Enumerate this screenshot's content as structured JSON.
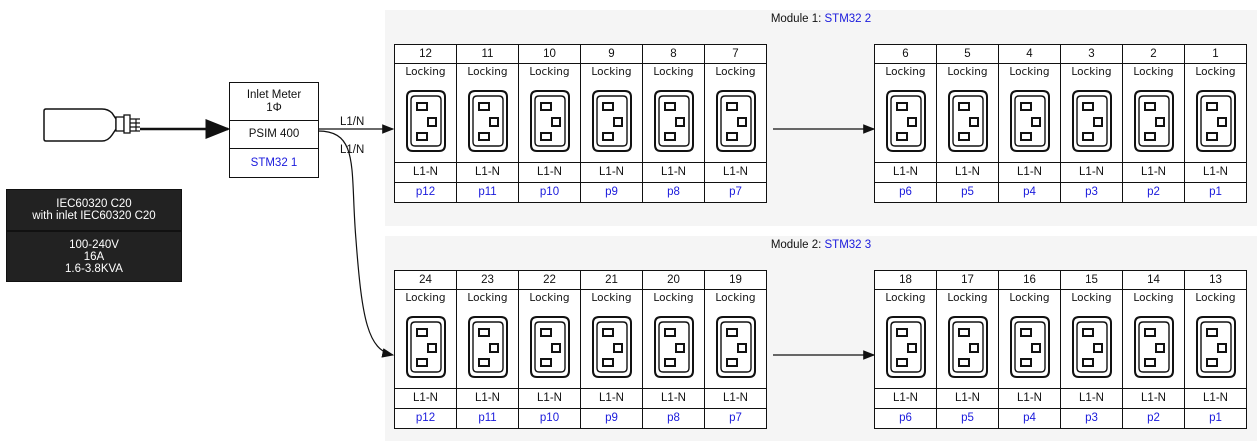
{
  "plug": {
    "icon": "c20-plug-icon"
  },
  "spec": {
    "line1": "IEC60320 C20",
    "line2": "with inlet IEC60320 C20",
    "voltage": "100-240V",
    "current": "16A",
    "power": "1.6-3.8KVA"
  },
  "inlet": {
    "title": "Inlet Meter",
    "phase": "1Φ",
    "model": "PSIM 400",
    "controller": "STM32 1"
  },
  "wires": {
    "upper_label": "L1/N",
    "lower_label": "L1/N"
  },
  "modules": [
    {
      "title_prefix": "Module 1: ",
      "controller": "STM32 2",
      "banks": [
        {
          "outlets": [
            {
              "num": "12",
              "type": "Locking",
              "phase": "L1-N",
              "port": "p12",
              "icon": "c13-locking-icon"
            },
            {
              "num": "11",
              "type": "Locking",
              "phase": "L1-N",
              "port": "p11",
              "icon": "c13-locking-icon"
            },
            {
              "num": "10",
              "type": "Locking",
              "phase": "L1-N",
              "port": "p10",
              "icon": "c13-locking-icon"
            },
            {
              "num": "9",
              "type": "Locking",
              "phase": "L1-N",
              "port": "p9",
              "icon": "c13-locking-icon"
            },
            {
              "num": "8",
              "type": "Locking",
              "phase": "L1-N",
              "port": "p8",
              "icon": "c13-locking-icon"
            },
            {
              "num": "7",
              "type": "Locking",
              "phase": "L1-N",
              "port": "p7",
              "icon": "c13-locking-icon"
            }
          ]
        },
        {
          "outlets": [
            {
              "num": "6",
              "type": "Locking",
              "phase": "L1-N",
              "port": "p6",
              "icon": "c13-locking-icon"
            },
            {
              "num": "5",
              "type": "Locking",
              "phase": "L1-N",
              "port": "p5",
              "icon": "c13-locking-icon"
            },
            {
              "num": "4",
              "type": "Locking",
              "phase": "L1-N",
              "port": "p4",
              "icon": "c13-locking-icon"
            },
            {
              "num": "3",
              "type": "Locking",
              "phase": "L1-N",
              "port": "p3",
              "icon": "c13-locking-icon"
            },
            {
              "num": "2",
              "type": "Locking",
              "phase": "L1-N",
              "port": "p2",
              "icon": "c13-locking-icon"
            },
            {
              "num": "1",
              "type": "Locking",
              "phase": "L1-N",
              "port": "p1",
              "icon": "c13-locking-icon"
            }
          ]
        }
      ]
    },
    {
      "title_prefix": "Module 2: ",
      "controller": "STM32 3",
      "banks": [
        {
          "outlets": [
            {
              "num": "24",
              "type": "Locking",
              "phase": "L1-N",
              "port": "p12",
              "icon": "c13-locking-icon"
            },
            {
              "num": "23",
              "type": "Locking",
              "phase": "L1-N",
              "port": "p11",
              "icon": "c13-locking-icon"
            },
            {
              "num": "22",
              "type": "Locking",
              "phase": "L1-N",
              "port": "p10",
              "icon": "c13-locking-icon"
            },
            {
              "num": "21",
              "type": "Locking",
              "phase": "L1-N",
              "port": "p9",
              "icon": "c13-locking-icon"
            },
            {
              "num": "20",
              "type": "Locking",
              "phase": "L1-N",
              "port": "p8",
              "icon": "c13-locking-icon"
            },
            {
              "num": "19",
              "type": "Locking",
              "phase": "L1-N",
              "port": "p7",
              "icon": "c13-locking-icon"
            }
          ]
        },
        {
          "outlets": [
            {
              "num": "18",
              "type": "Locking",
              "phase": "L1-N",
              "port": "p6",
              "icon": "c13-locking-icon"
            },
            {
              "num": "17",
              "type": "Locking",
              "phase": "L1-N",
              "port": "p5",
              "icon": "c13-locking-icon"
            },
            {
              "num": "16",
              "type": "Locking",
              "phase": "L1-N",
              "port": "p4",
              "icon": "c13-locking-icon"
            },
            {
              "num": "15",
              "type": "Locking",
              "phase": "L1-N",
              "port": "p3",
              "icon": "c13-locking-icon"
            },
            {
              "num": "14",
              "type": "Locking",
              "phase": "L1-N",
              "port": "p2",
              "icon": "c13-locking-icon"
            },
            {
              "num": "13",
              "type": "Locking",
              "phase": "L1-N",
              "port": "p1",
              "icon": "c13-locking-icon"
            }
          ]
        }
      ]
    }
  ]
}
